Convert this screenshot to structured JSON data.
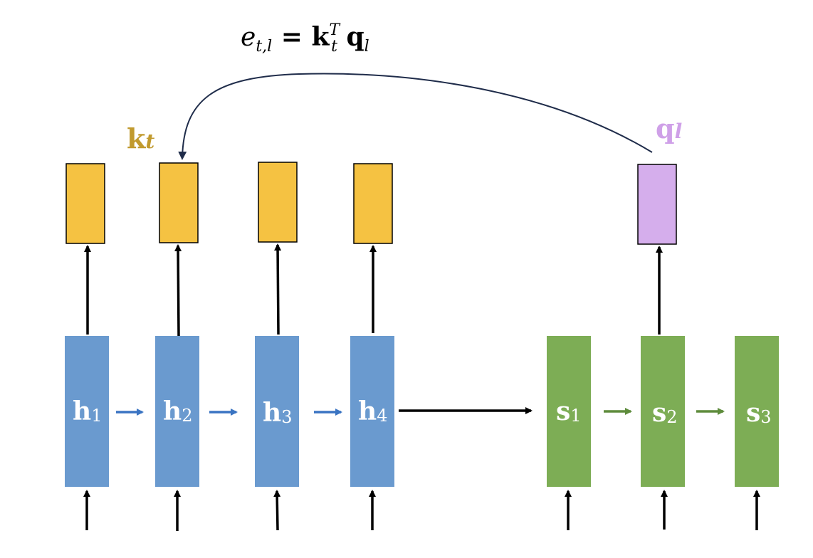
{
  "equation": {
    "lhs_var": "e",
    "lhs_sub": "t,l",
    "equals": "=",
    "k": "k",
    "k_sub": "t",
    "k_sup": "T",
    "q": "q",
    "q_sub": "l"
  },
  "key_label": {
    "main": "k",
    "sub": "t"
  },
  "query_label": {
    "main": "q",
    "sub": "l"
  },
  "encoder": [
    {
      "main": "h",
      "sub": "1"
    },
    {
      "main": "h",
      "sub": "2"
    },
    {
      "main": "h",
      "sub": "3"
    },
    {
      "main": "h",
      "sub": "4"
    }
  ],
  "decoder": [
    {
      "main": "s",
      "sub": "1"
    },
    {
      "main": "s",
      "sub": "2"
    },
    {
      "main": "s",
      "sub": "3"
    }
  ],
  "colors": {
    "key_box": "#F5C242",
    "query_box": "#D5AEEC",
    "encoder": "#6A9ACF",
    "decoder": "#7DAD55",
    "encoder_arrow": "#3A74C2",
    "decoder_arrow": "#5E8C3C",
    "attention_curve": "#1F2C4A",
    "key_text": "#C19A2E",
    "query_text": "#CFA0E8"
  }
}
